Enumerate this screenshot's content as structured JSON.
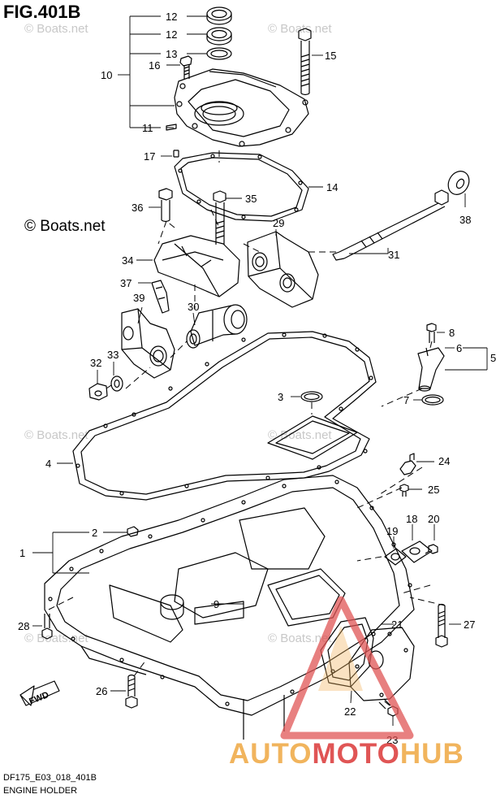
{
  "figure": {
    "title": "FIG.401B",
    "code": "DF175_E03_018_401B",
    "caption": "ENGINE HOLDER"
  },
  "watermarks": {
    "copyright_main": "© Boats.net",
    "copyright_faint": "© Boats.net",
    "logo_part1": "AUTO",
    "logo_part2": "MOTO",
    "logo_part3": "HUB"
  },
  "colors": {
    "logo_orange": "#f1b45d",
    "logo_red": "#e05555"
  },
  "fwd_label": "FWD",
  "callouts": [
    "12",
    "12",
    "13",
    "10",
    "16",
    "15",
    "11",
    "17",
    "14",
    "36",
    "35",
    "38",
    "29",
    "31",
    "34",
    "37",
    "39",
    "30",
    "8",
    "6",
    "5",
    "32",
    "33",
    "3",
    "7",
    "4",
    "24",
    "25",
    "18",
    "20",
    "19",
    "2",
    "1",
    "9",
    "21",
    "27",
    "28",
    "26",
    "22",
    "23"
  ]
}
